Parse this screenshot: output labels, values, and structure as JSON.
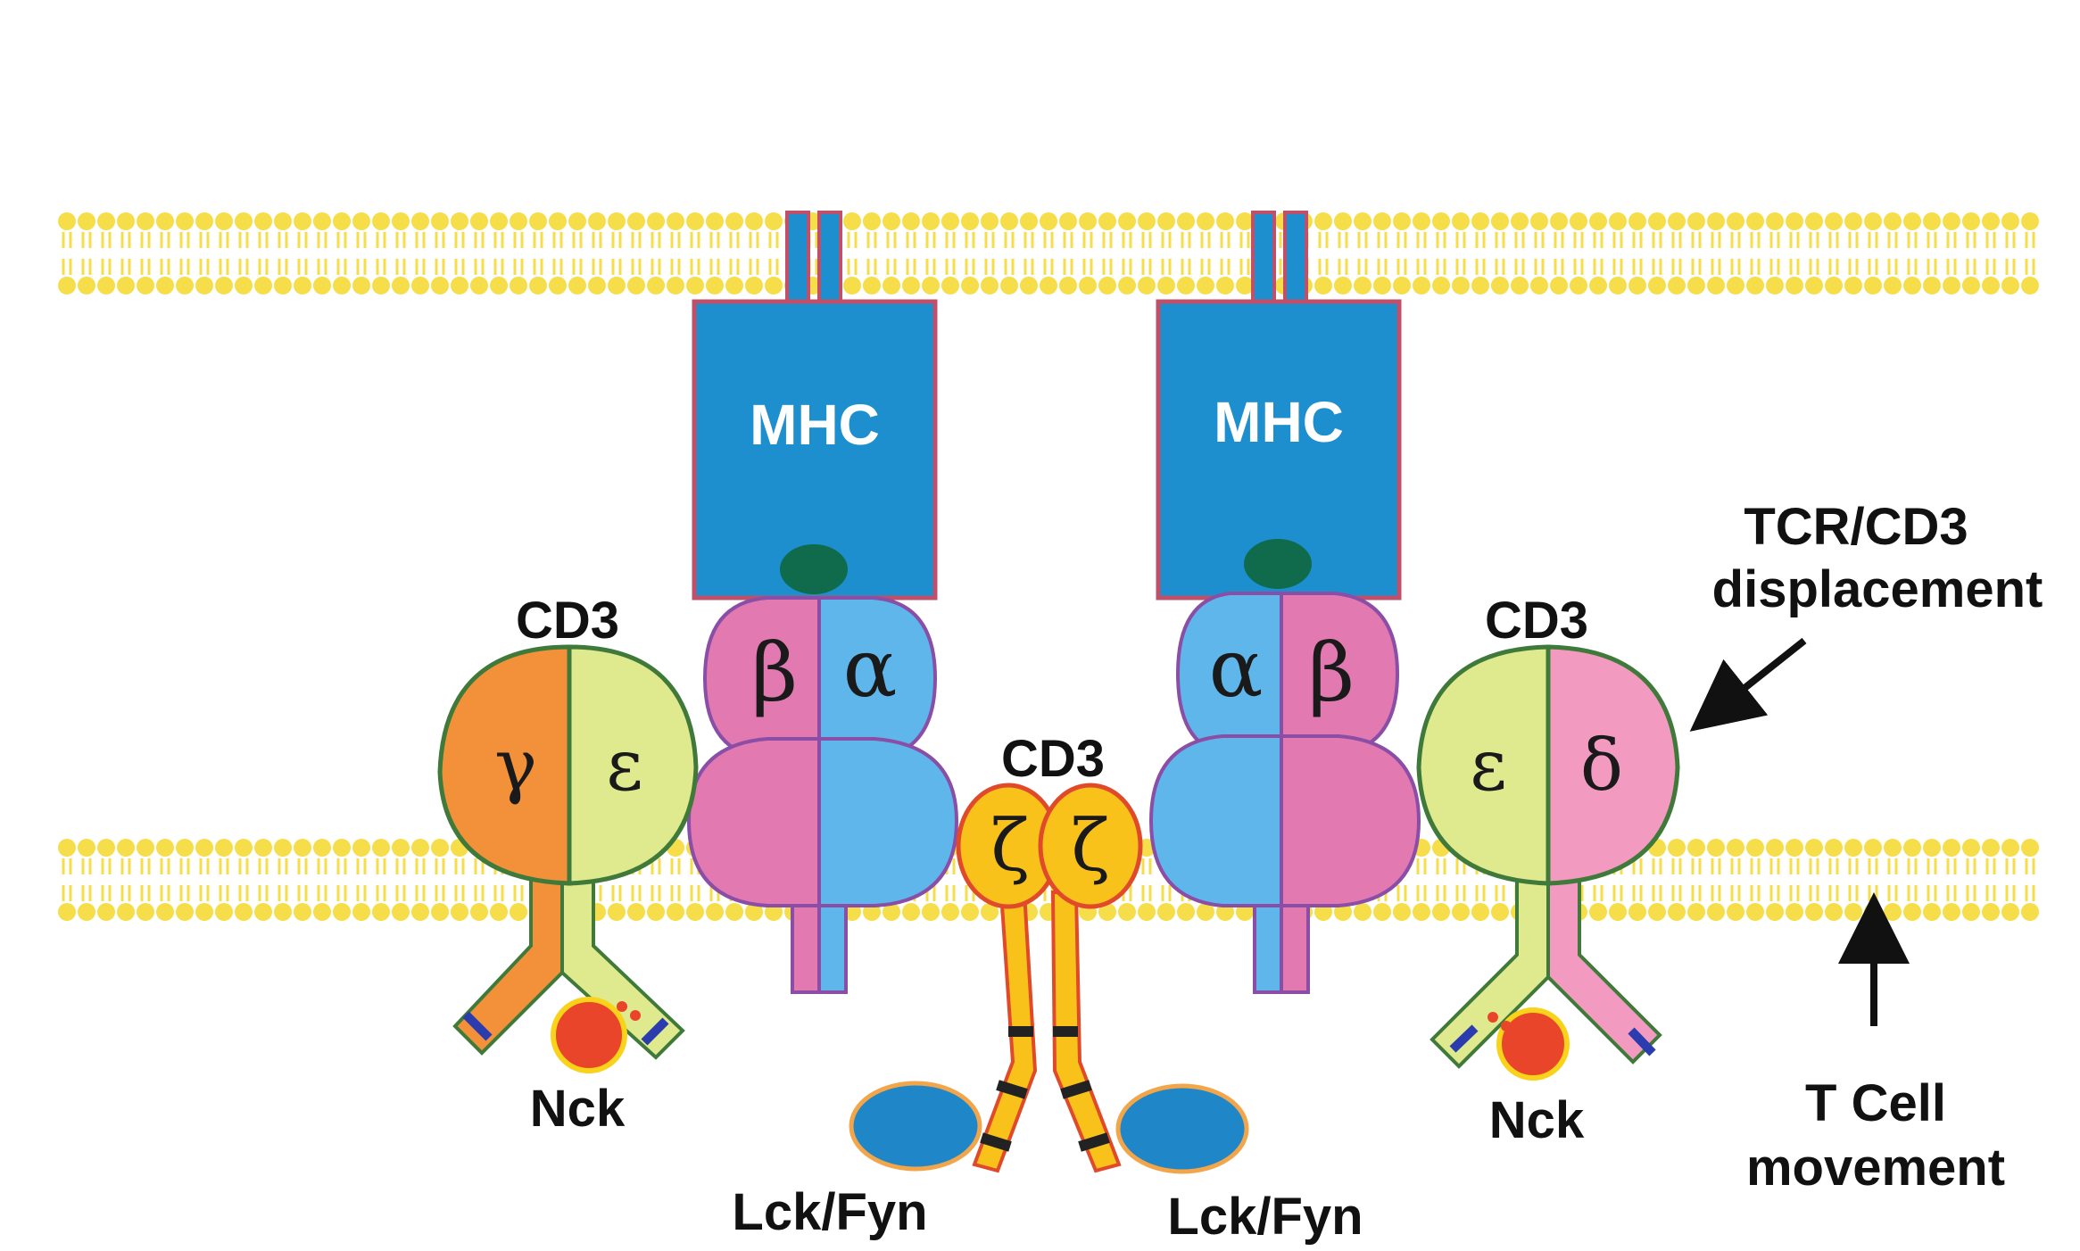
{
  "labels": {
    "mhc_left": "MHC",
    "mhc_right": "MHC",
    "cd3_left": "CD3",
    "cd3_center": "CD3",
    "cd3_right": "CD3",
    "nck_left": "Nck",
    "nck_right": "Nck",
    "lck_left": "Lck/Fyn",
    "lck_right": "Lck/Fyn",
    "tcr_line1": "TCR/CD3",
    "tcr_line2": "displacement",
    "tcell_line1": "T Cell",
    "tcell_line2": "movement"
  },
  "greek": {
    "gamma": "γ",
    "epsilon": "ε",
    "delta": "δ",
    "alpha": "α",
    "beta": "β",
    "zeta": "ζ"
  },
  "colors": {
    "membrane": "#f6dd4a",
    "mhc": "#1d8fcf",
    "mhc_border": "#c0506a",
    "peptide": "#0f6b4c",
    "tcr_alpha": "#5fb6ea",
    "tcr_beta": "#e279b0",
    "tcr_border": "#8a4ea6",
    "cd3_gamma": "#f2913a",
    "cd3_epsilon": "#dfe98d",
    "cd3_delta": "#f39ac0",
    "cd3_border": "#3f7a3a",
    "zeta": "#f9c21a",
    "zeta_border": "#e04a2a",
    "nck": "#e8452a",
    "lck": "#1f86c8",
    "arrow": "#111111"
  },
  "icons": {
    "arrow_tcr": "arrow-down-left-icon",
    "arrow_tcell": "arrow-up-icon"
  }
}
